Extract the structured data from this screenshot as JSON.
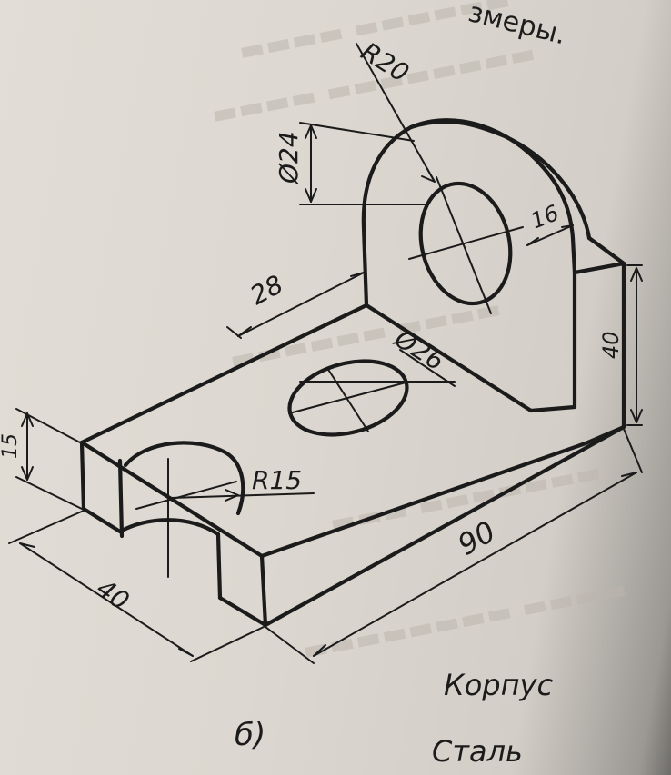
{
  "page": {
    "top_fragment": "змеры."
  },
  "drawing": {
    "dimensions": {
      "radius_top": "R20",
      "hole_upright": "Ø24",
      "wall_thickness": "16",
      "depth_offset": "28",
      "upright_height": "40",
      "hole_base": "Ø26",
      "base_height": "15",
      "cutout_radius": "R15",
      "width": "40",
      "length": "90"
    },
    "caption": {
      "part_name": "Корпус",
      "material": "Сталь",
      "figure_label": "б)"
    }
  }
}
